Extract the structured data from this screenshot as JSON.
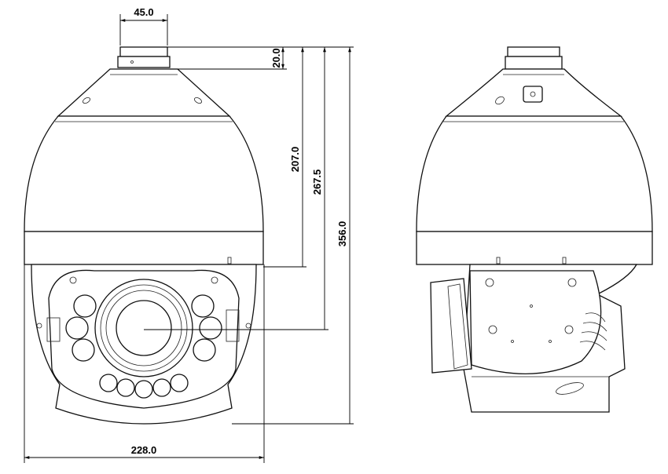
{
  "dimensions": {
    "mount_width": "45.0",
    "mount_height": "20.0",
    "top_to_band": "207.0",
    "top_to_lens_center": "267.5",
    "total_height": "356.0",
    "total_width": "228.0"
  },
  "colors": {
    "line": "#111111",
    "background": "#ffffff"
  }
}
